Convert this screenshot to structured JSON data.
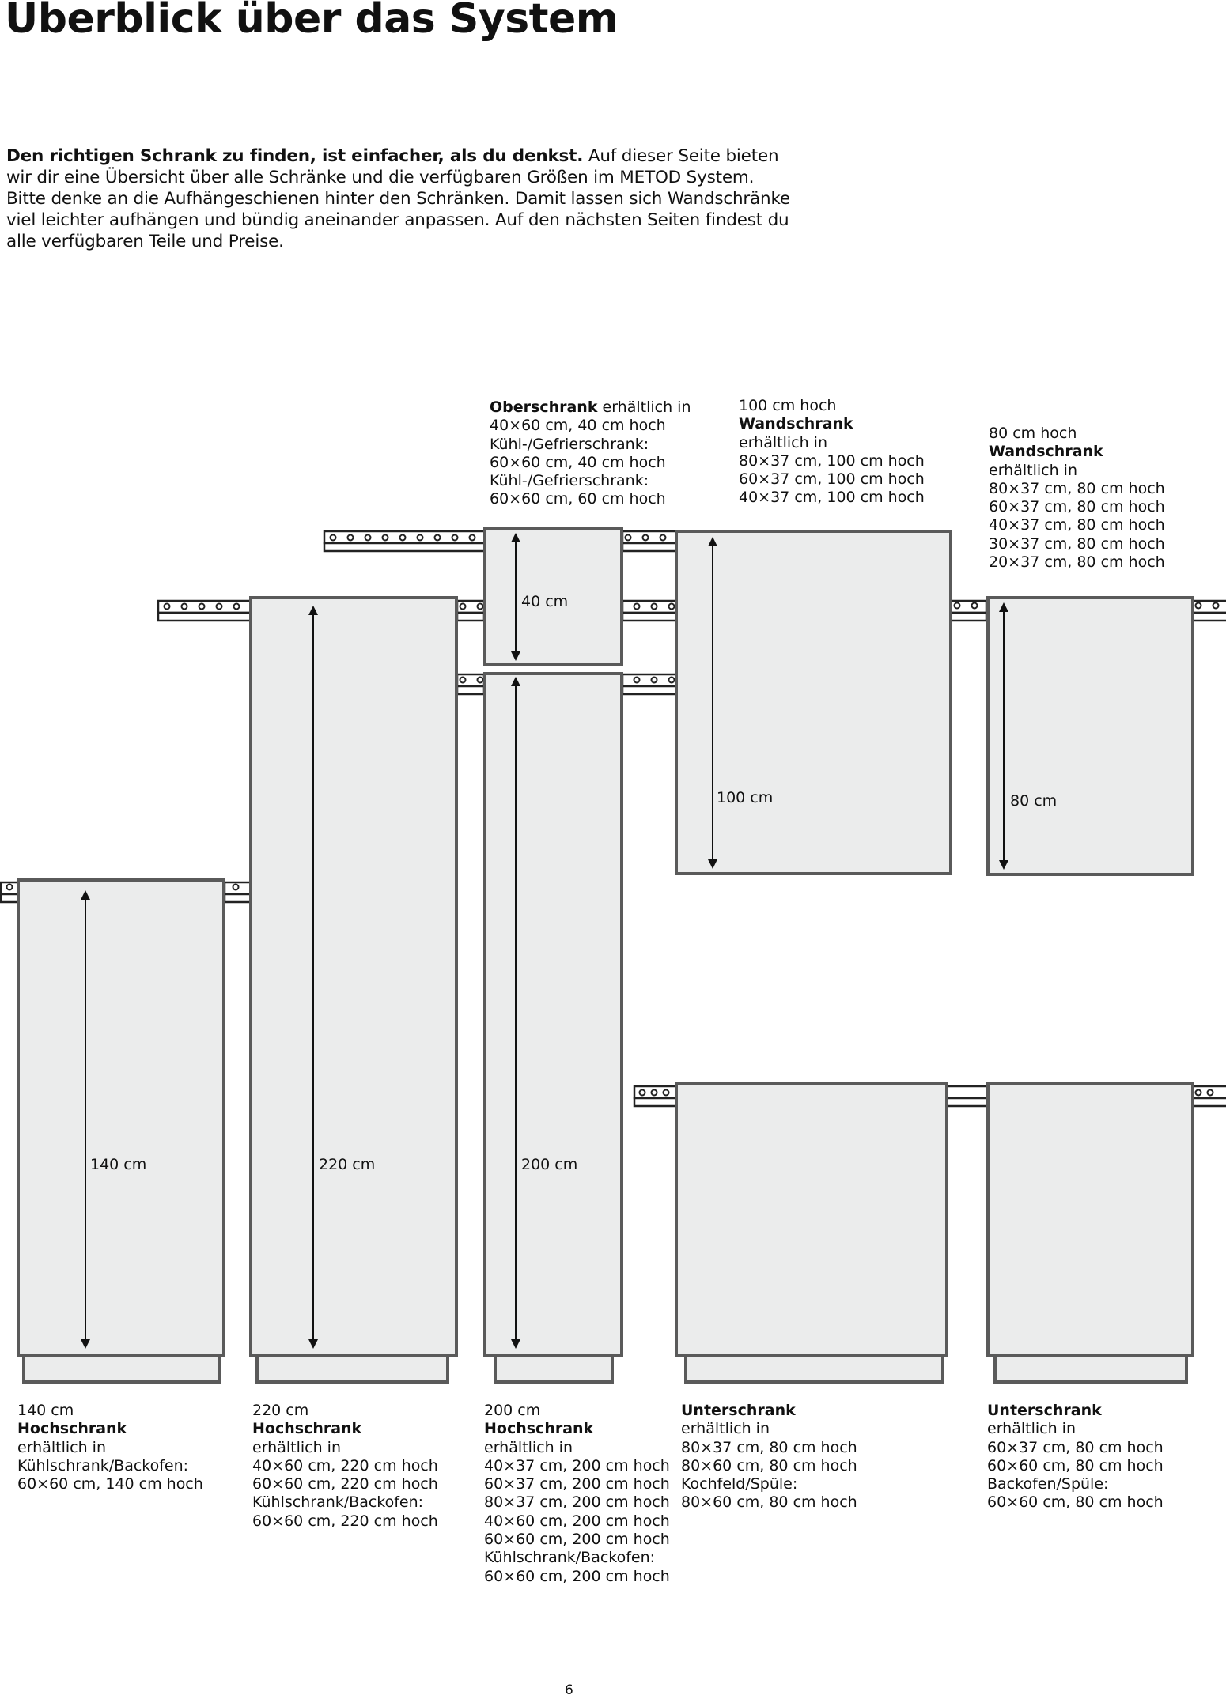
{
  "page": {
    "title": "Überblick über das System",
    "page_number": "6"
  },
  "intro": {
    "lead_bold": "Den richtigen Schrank zu finden, ist einfacher, als du denkst.",
    "body": " Auf dieser Seite bieten wir dir eine Übersicht über alle Schränke und die verfügbaren Größen im METOD System. Bitte denke an die Aufhängeschienen hinter den Schränken. Damit lassen sich Wandschränke viel leichter aufhängen und bündig aneinander anpassen. Auf den nächsten Seiten findest du alle verfügbaren Teile und Preise."
  },
  "colors": {
    "cabinet_fill": "#ebecec",
    "cabinet_stroke": "#5a5a5a",
    "rail_stroke": "#222222",
    "text": "#111111"
  },
  "dimensions": {
    "oberschrank": "40 cm",
    "wand100": "100 cm",
    "wand80": "80 cm",
    "hoch140": "140 cm",
    "hoch220": "220 cm",
    "hoch200": "200 cm"
  },
  "cabinets": {
    "oberschrank": {
      "name": "Oberschrank",
      "suffix": " erhältlich in",
      "lines": [
        "40×60 cm, 40 cm hoch",
        "Kühl-/Gefrierschrank:",
        "60×60 cm, 40 cm hoch",
        "Kühl-/Gefrierschrank:",
        "60×60 cm, 60 cm hoch"
      ]
    },
    "wand100": {
      "height": "100 cm hoch",
      "name": "Wandschrank",
      "avail": "erhältlich in",
      "lines": [
        "80×37 cm, 100 cm hoch",
        "60×37 cm, 100 cm hoch",
        "40×37 cm, 100 cm hoch"
      ]
    },
    "wand80": {
      "height": "80 cm hoch",
      "name": "Wandschrank",
      "avail": "erhältlich in",
      "lines": [
        "80×37 cm, 80 cm hoch",
        "60×37 cm, 80 cm hoch",
        "40×37 cm, 80 cm hoch",
        "30×37 cm, 80 cm hoch",
        "20×37 cm, 80 cm hoch"
      ]
    },
    "hoch140": {
      "height": "140 cm",
      "name": "Hochschrank",
      "avail": "erhältlich in",
      "lines": [
        "Kühlschrank/Backofen:",
        "60×60 cm, 140 cm hoch"
      ]
    },
    "hoch220": {
      "height": "220 cm",
      "name": "Hochschrank",
      "avail": "erhältlich in",
      "lines": [
        "40×60 cm, 220 cm hoch",
        "60×60 cm, 220 cm hoch",
        "Kühlschrank/Backofen:",
        "60×60 cm, 220 cm hoch"
      ]
    },
    "hoch200": {
      "height": "200 cm",
      "name": "Hochschrank",
      "avail": "erhältlich in",
      "lines": [
        "40×37 cm, 200 cm hoch",
        "60×37 cm, 200 cm hoch",
        "80×37 cm, 200 cm hoch",
        "40×60 cm, 200 cm hoch",
        "60×60 cm, 200 cm hoch",
        "Kühlschrank/Backofen:",
        "60×60 cm, 200 cm hoch"
      ]
    },
    "unter80": {
      "name": "Unterschrank",
      "avail": "erhältlich in",
      "lines": [
        "80×37 cm, 80 cm hoch",
        "80×60 cm, 80 cm hoch",
        "Kochfeld/Spüle:",
        "80×60 cm, 80 cm hoch"
      ]
    },
    "unter60": {
      "name": "Unterschrank",
      "avail": "erhältlich in",
      "lines": [
        "60×37 cm, 80 cm hoch",
        "60×60 cm, 80 cm hoch",
        "Backofen/Spüle:",
        "60×60 cm, 80 cm hoch"
      ]
    }
  }
}
